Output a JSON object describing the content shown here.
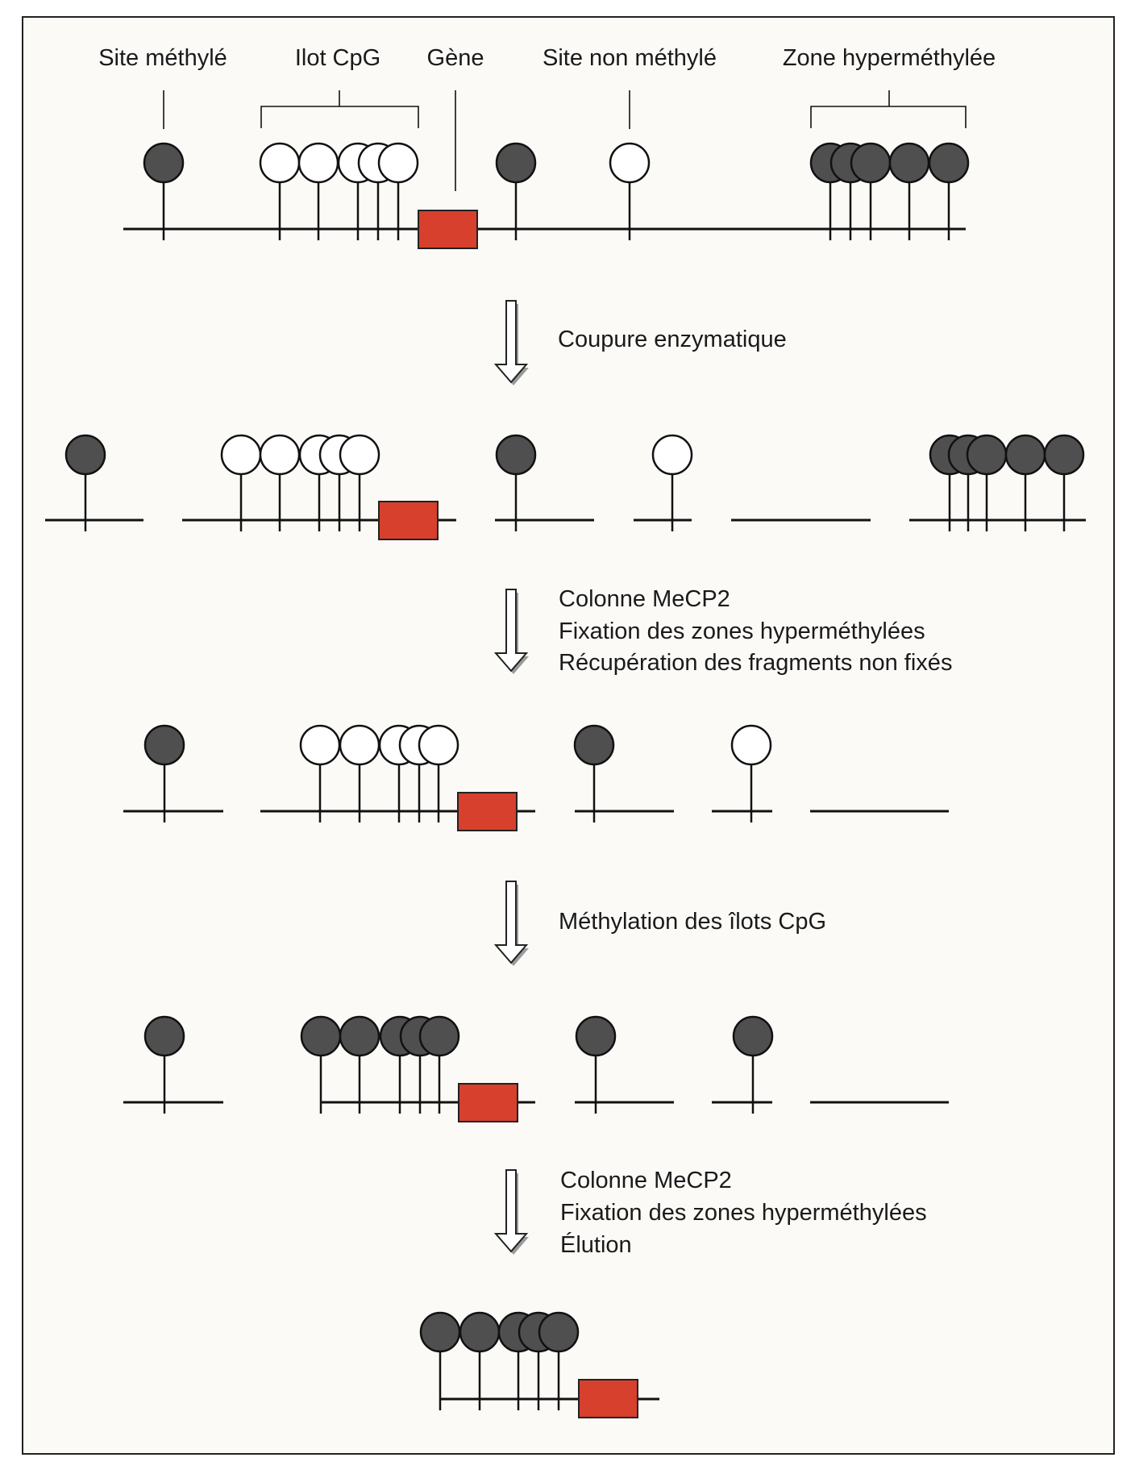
{
  "labels": {
    "site_methyle": "Site méthylé",
    "ilot_cpg": "Ilot CpG",
    "gene": "Gène",
    "site_non_methyle": "Site non méthylé",
    "zone_hypermethylee": "Zone hyperméthylée"
  },
  "steps": {
    "step1": {
      "line1": "Coupure enzymatique"
    },
    "step2": {
      "line1": "Colonne MeCP2",
      "line2": "Fixation des zones hyperméthylées",
      "line3": "Récupération des fragments non fixés"
    },
    "step3": {
      "line1": "Méthylation des îlots CpG"
    },
    "step4": {
      "line1": "Colonne MeCP2",
      "line2": "Fixation des zones hyperméthylées",
      "line3": "Élution"
    }
  },
  "colors": {
    "methylated": "#4f4f4f",
    "unmethylated": "#ffffff",
    "gene": "#d6402c"
  },
  "legend": {
    "methylated_site": "filled dark circle",
    "unmethylated_site": "open white circle",
    "gene": "red rectangle"
  }
}
